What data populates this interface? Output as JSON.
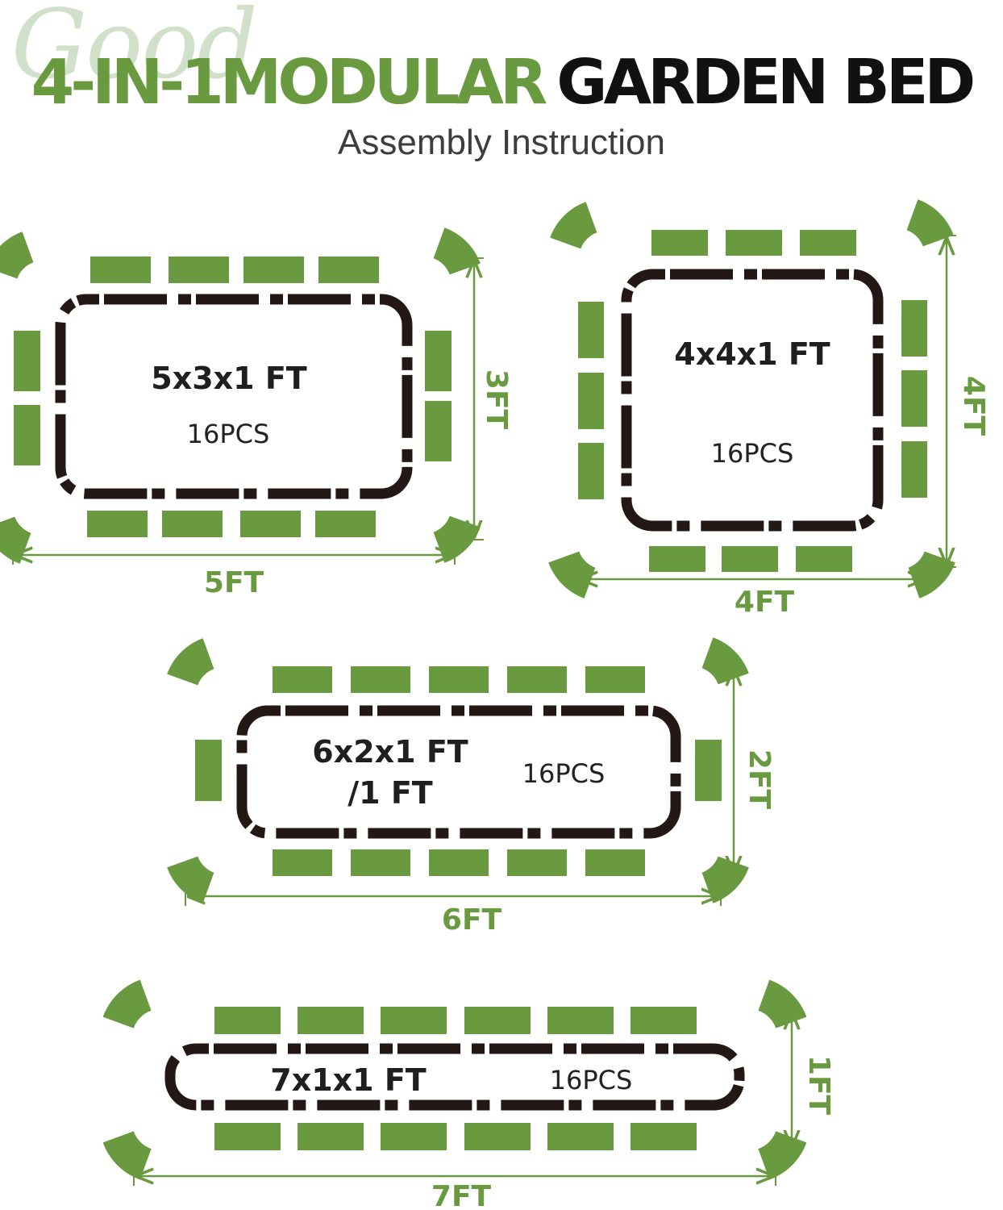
{
  "header": {
    "watermark": "Good",
    "title_green": "4-IN-1MODULAR",
    "title_black": "GARDEN BED",
    "subtitle": "Assembly Instruction"
  },
  "colors": {
    "panel_green": "#6a9a3f",
    "frame_dark": "#231815",
    "accent_green": "#6a9a3f",
    "text_dark": "#1f1f1f"
  },
  "configurations": [
    {
      "size_label": "5x3x1 FT",
      "pieces": "16PCS",
      "width_label": "5FT",
      "depth_label": "3FT"
    },
    {
      "size_label": "4x4x1 FT",
      "pieces": "16PCS",
      "width_label": "4FT",
      "depth_label": "4FT"
    },
    {
      "size_label_line1": "6x2x1 FT",
      "size_label_line2": "/1 FT",
      "pieces": "16PCS",
      "width_label": "6FT",
      "depth_label": "2FT"
    },
    {
      "size_label": "7x1x1 FT",
      "pieces": "16PCS",
      "width_label": "7FT",
      "depth_label": "1FT"
    }
  ]
}
